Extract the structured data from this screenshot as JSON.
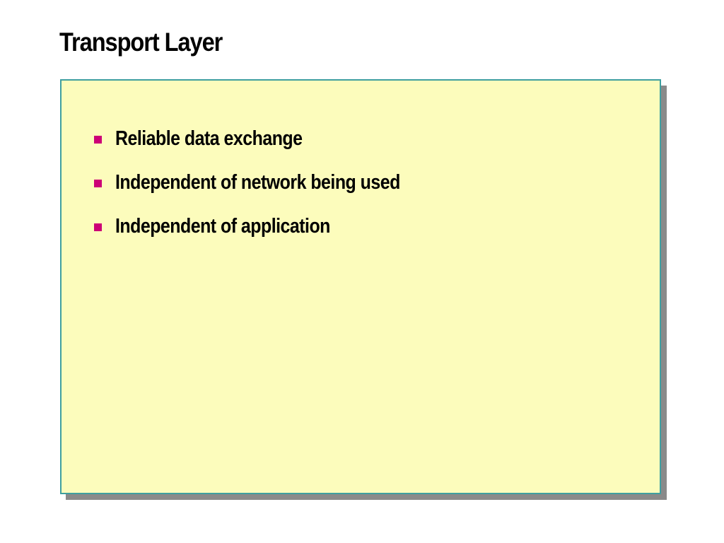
{
  "slide": {
    "title": "Transport Layer",
    "bullets": [
      {
        "text": "Reliable data exchange"
      },
      {
        "text": "Independent of network being used"
      },
      {
        "text": "Independent of application"
      }
    ]
  },
  "colors": {
    "panel_background": "#fcfcbc",
    "panel_border": "#3f9f9f",
    "panel_shadow": "#8a8a8a",
    "bullet_marker": "#cc0077",
    "text": "#000000"
  },
  "icons": {
    "bullet": "square-bullet-icon"
  }
}
